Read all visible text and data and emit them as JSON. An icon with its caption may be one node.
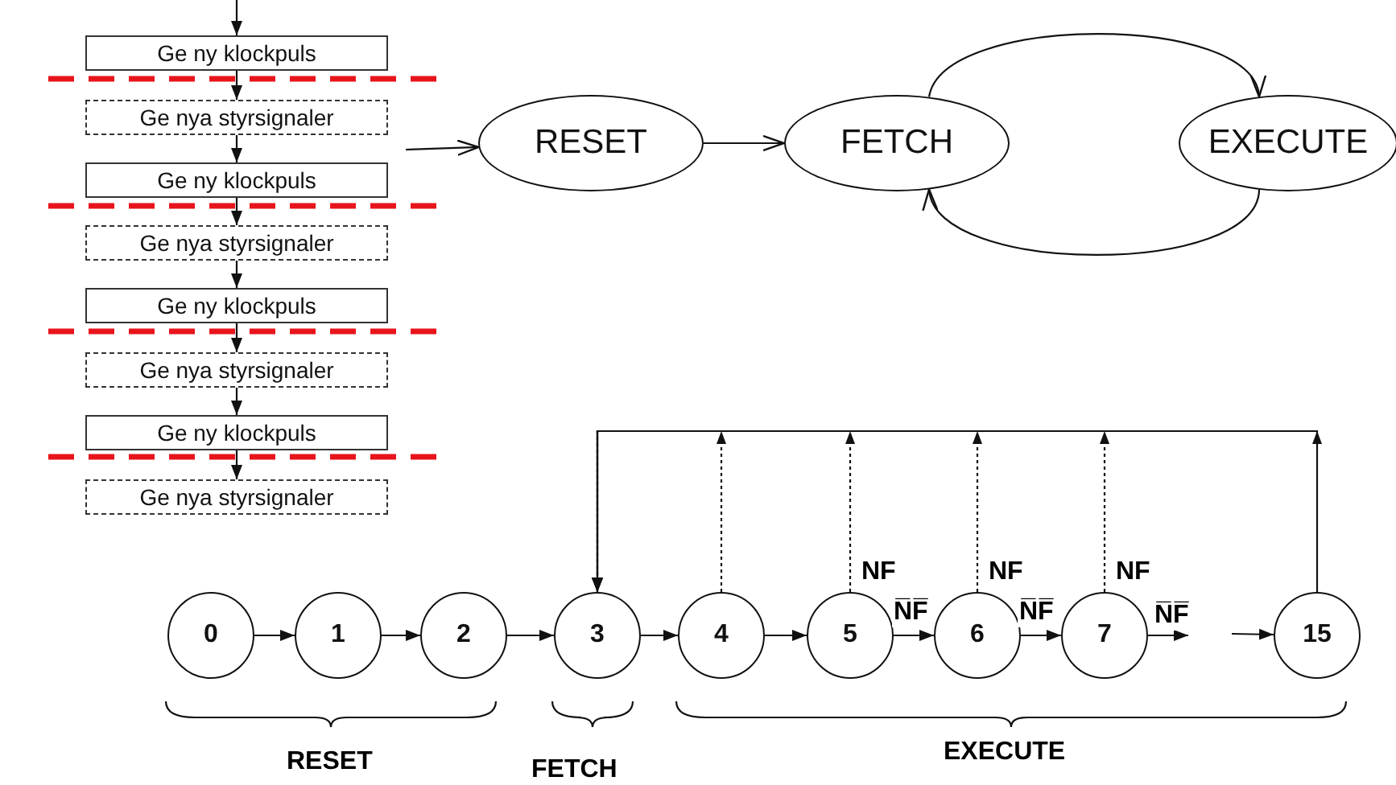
{
  "diagram": {
    "nodes": [
      {
        "text": [
          "Ge ny klockpuls"
        ]
      },
      {
        "text": [
          "Ge nya styrsignaler"
        ]
      },
      {
        "text": [
          "Ge ny klockpuls"
        ]
      },
      {
        "text": [
          "Ge nya styrsignaler"
        ]
      },
      {
        "text": [
          "Ge ny klockpuls"
        ]
      },
      {
        "text": [
          "Ge nya styrsignaler"
        ]
      },
      {
        "text": [
          "Ge ny klockpuls"
        ]
      },
      {
        "text": [
          "Ge nya styrsignaler"
        ]
      },
      {
        "text": [
          "RESET"
        ]
      },
      {
        "text": [
          "FETCH"
        ]
      },
      {
        "text": [
          "EXECUTE"
        ]
      },
      {
        "text": [
          "0"
        ]
      },
      {
        "text": [
          "1"
        ]
      },
      {
        "text": [
          "2"
        ]
      },
      {
        "text": [
          "3"
        ]
      },
      {
        "text": [
          "4"
        ]
      },
      {
        "text": [
          "5"
        ]
      },
      {
        "text": [
          "6"
        ]
      },
      {
        "text": [
          "7"
        ]
      },
      {
        "text": [
          "15"
        ]
      }
    ],
    "edges": [
      {
        "from": null,
        "to": 0,
        "arrow": "to"
      },
      {
        "from": 0,
        "to": 1,
        "arrow": "to"
      },
      {
        "from": 1,
        "to": 2,
        "arrow": "to"
      },
      {
        "from": 2,
        "to": 3,
        "arrow": "to"
      },
      {
        "from": 3,
        "to": 4,
        "arrow": "to"
      },
      {
        "from": 4,
        "to": 5,
        "arrow": "to"
      },
      {
        "from": 5,
        "to": 6,
        "arrow": "to"
      },
      {
        "from": 6,
        "to": 7,
        "arrow": "to"
      },
      {
        "from": null,
        "to": 8,
        "arrow": "to"
      },
      {
        "from": 8,
        "to": 9,
        "arrow": "to"
      },
      {
        "from": 9,
        "to": 10,
        "arrow": "to"
      },
      {
        "from": 10,
        "to": 9,
        "arrow": "to"
      },
      {
        "from": 11,
        "to": 12,
        "arrow": "to"
      },
      {
        "from": 12,
        "to": 13,
        "arrow": "to"
      },
      {
        "from": 13,
        "to": 14,
        "arrow": "to"
      },
      {
        "from": 14,
        "to": 15,
        "arrow": "to"
      },
      {
        "from": 15,
        "to": 16,
        "arrow": "to"
      },
      {
        "from": 16,
        "to": 17,
        "arrow": "to",
        "label": "N̅F̅"
      },
      {
        "from": 17,
        "to": 18,
        "arrow": "to",
        "label": "N̅F̅"
      },
      {
        "from": 18,
        "to": null,
        "arrow": "to",
        "label": "N̅F̅"
      },
      {
        "from": null,
        "to": 19,
        "arrow": "to"
      },
      {
        "from": 15,
        "to": 14,
        "arrow": "to",
        "style": "dashed"
      },
      {
        "from": 16,
        "to": 14,
        "arrow": "to",
        "style": "dashed",
        "label": "NF"
      },
      {
        "from": 17,
        "to": 14,
        "arrow": "to",
        "style": "dashed",
        "label": "NF"
      },
      {
        "from": 18,
        "to": 14,
        "arrow": "to",
        "style": "dashed",
        "label": "NF"
      },
      {
        "from": 19,
        "to": 14,
        "arrow": "to"
      }
    ],
    "labels": [
      "RESET",
      "FETCH",
      "EXECUTE"
    ]
  }
}
